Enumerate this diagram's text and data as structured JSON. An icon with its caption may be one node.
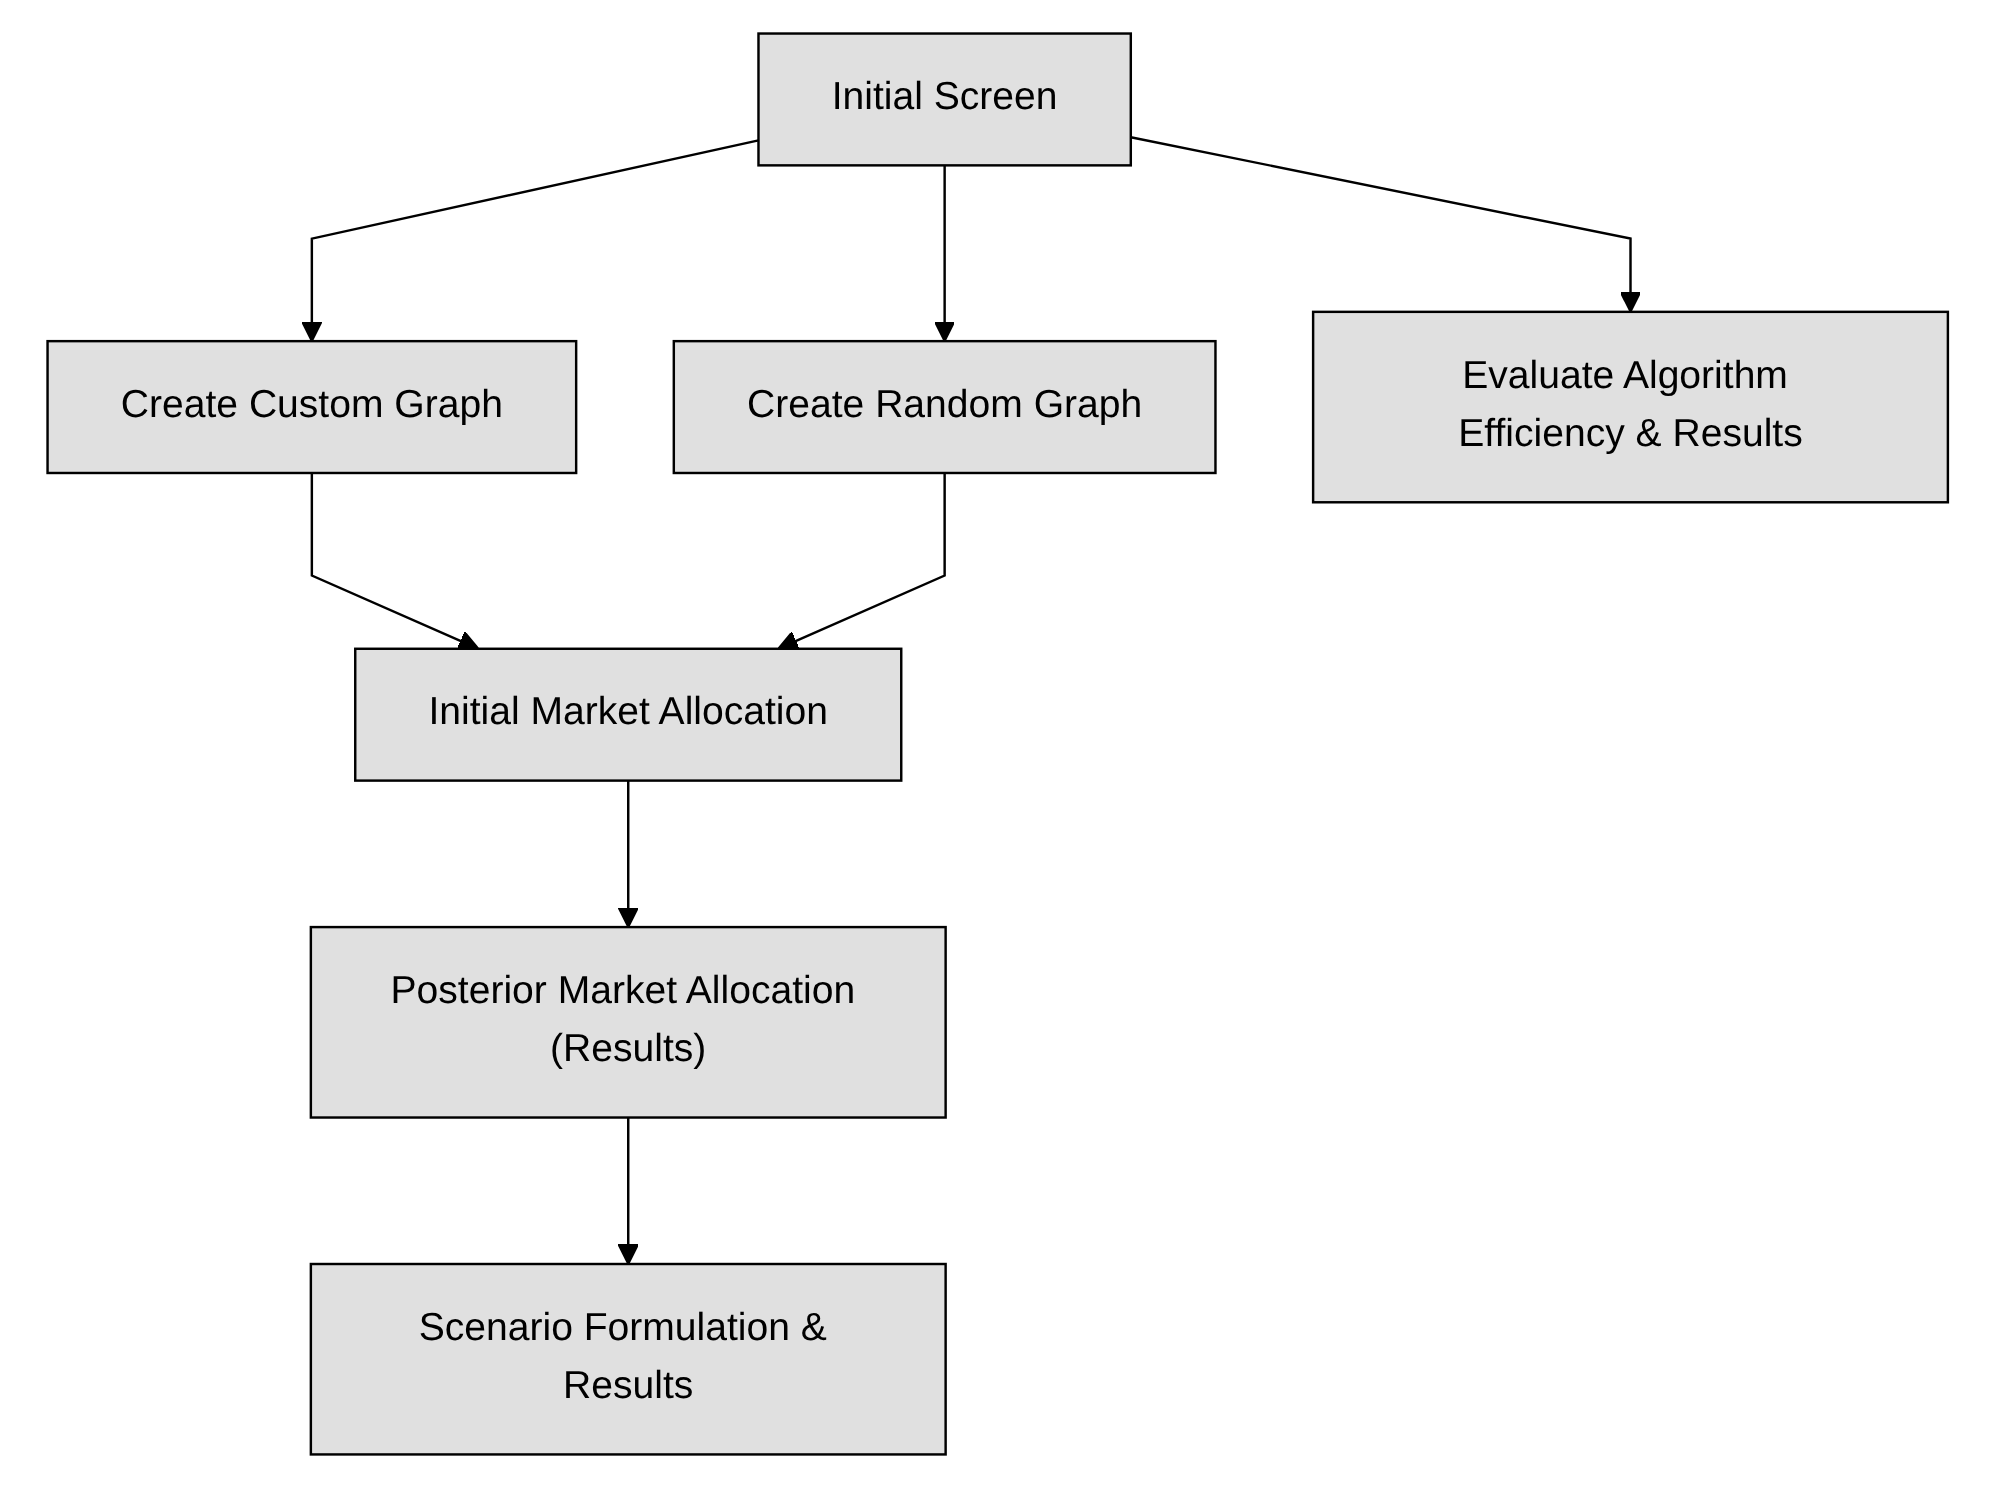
{
  "diagram": {
    "nodes": [
      {
        "text": [
          "Initial Screen"
        ]
      },
      {
        "text": [
          "Create Custom Graph"
        ]
      },
      {
        "text": [
          "Create Random Graph"
        ]
      },
      {
        "text": [
          "Evaluate Algorithm Efficiency & Results"
        ]
      },
      {
        "text": [
          "Initial Market Allocation"
        ]
      },
      {
        "text": [
          "Posterior Market Allocation (Results)"
        ]
      },
      {
        "text": [
          "Scenario Formulation & Results"
        ]
      }
    ],
    "edges": [
      {
        "from": 0,
        "to": 1,
        "arrow": "to"
      },
      {
        "from": 0,
        "to": 2,
        "arrow": "to"
      },
      {
        "from": 0,
        "to": 3,
        "arrow": "to"
      },
      {
        "from": 1,
        "to": 4,
        "arrow": "to"
      },
      {
        "from": 2,
        "to": 4,
        "arrow": "to"
      },
      {
        "from": 4,
        "to": 5,
        "arrow": "to"
      },
      {
        "from": 5,
        "to": 6,
        "arrow": "to"
      }
    ]
  }
}
